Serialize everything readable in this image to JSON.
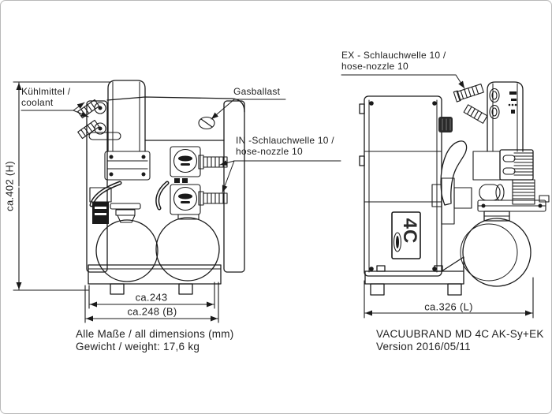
{
  "front_view": {
    "coolant_label": "Kühlmittel /\ncoolant",
    "gasballast_label": "Gasballast",
    "inlet_label": "IN -Schlauchwelle 10 /\nhose-nozzle 10",
    "height_dim": "ca.402 (H)",
    "width_dim": "ca.243",
    "overall_width_dim": "ca.248 (B)"
  },
  "side_view": {
    "exhaust_label": "EX - Schlauchwelle 10 /\nhose-nozzle 10",
    "length_dim": "ca.326 (L)",
    "plate_marking": "4C"
  },
  "notes": {
    "dimensions_note": "Alle Maße / all dimensions (mm)\nGewicht / weight: 17,6 kg",
    "model_note": "VACUUBRAND MD 4C AK-Sy+EK\nVersion 2016/05/11"
  },
  "colors": {
    "line": "#1a1a1a",
    "background": "#ffffff"
  }
}
